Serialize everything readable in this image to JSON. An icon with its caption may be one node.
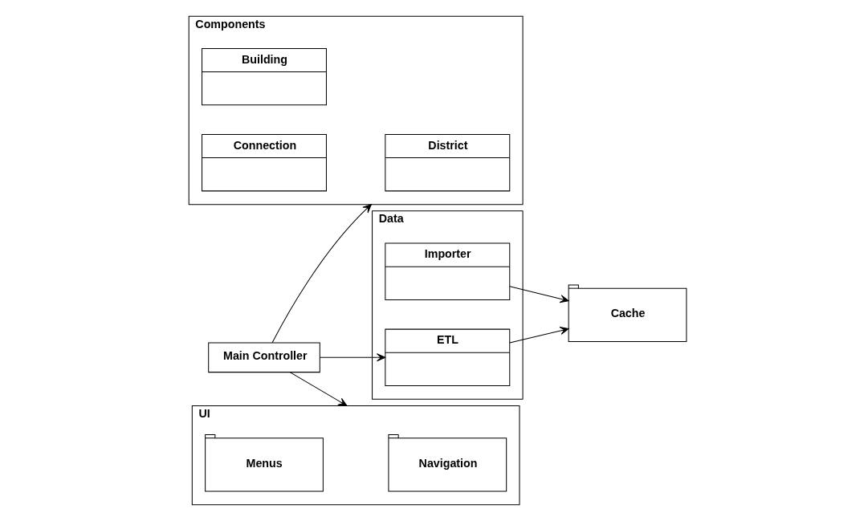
{
  "diagram": {
    "nodes": [
      {
        "text": [
          "Data"
        ]
      },
      {
        "text": [
          "Importer"
        ],
        "in": 0
      },
      {
        "text": [
          "ETL"
        ],
        "in": 0
      },
      {
        "text": [
          "Cache"
        ]
      },
      {
        "text": [
          "Components"
        ]
      },
      {
        "text": [
          "Building"
        ],
        "in": 4
      },
      {
        "text": [
          "District"
        ],
        "in": 4
      },
      {
        "text": [
          "Connection"
        ],
        "in": 4
      },
      {
        "text": [
          "Main Controller"
        ]
      },
      {
        "text": [
          "UI"
        ]
      },
      {
        "text": [
          "Menus"
        ],
        "in": 9
      },
      {
        "text": [
          "Navigation"
        ],
        "in": 9
      }
    ],
    "edges": [
      {
        "from": 1,
        "to": 3,
        "arrow": "to"
      },
      {
        "from": 2,
        "to": 3,
        "arrow": "to"
      },
      {
        "from": 8,
        "to": 2,
        "arrow": "to"
      },
      {
        "from": 8,
        "to": 4,
        "arrow": "to"
      },
      {
        "from": 8,
        "to": 9,
        "arrow": "to"
      }
    ]
  }
}
